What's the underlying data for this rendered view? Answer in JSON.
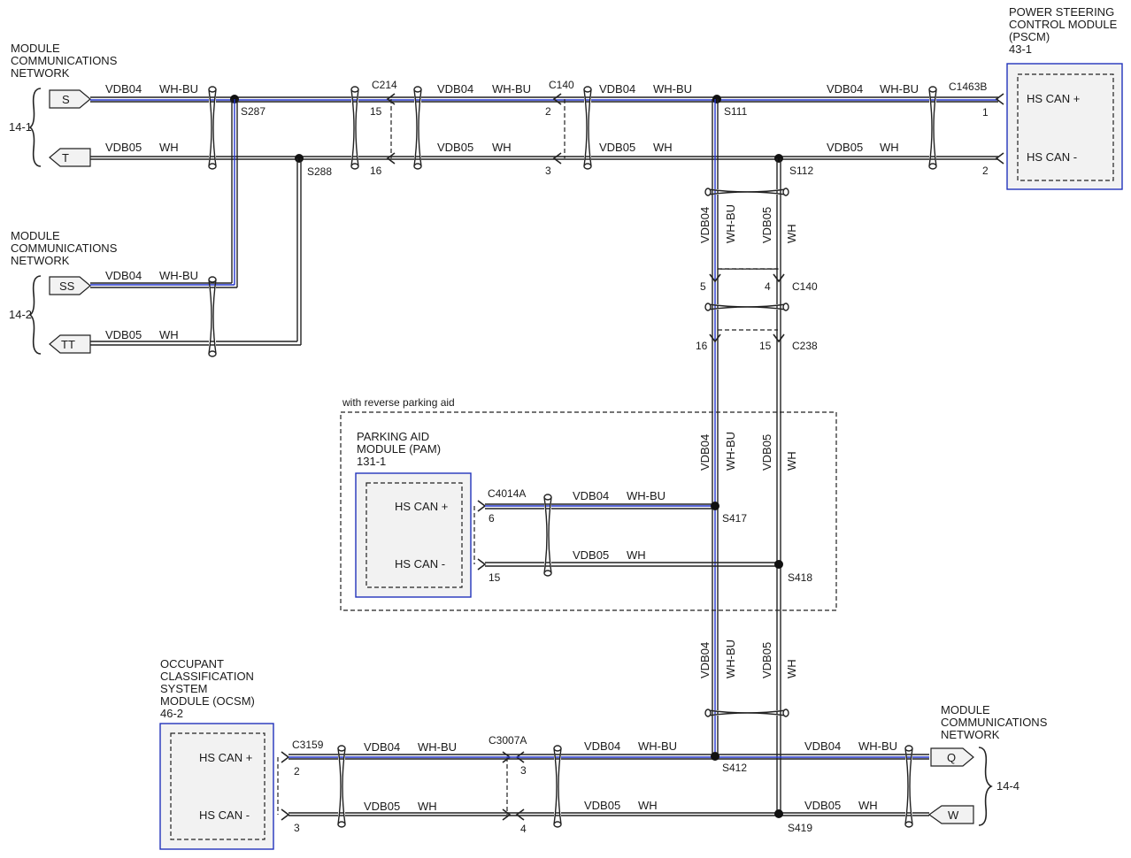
{
  "network_labels": {
    "top_left": [
      "MODULE",
      "COMMUNICATIONS",
      "NETWORK"
    ],
    "mid_left": [
      "MODULE",
      "COMMUNICATIONS",
      "NETWORK"
    ],
    "bottom_right": [
      "MODULE",
      "COMMUNICATIONS",
      "NETWORK"
    ]
  },
  "page_refs": {
    "top_left": "14-1",
    "mid_left": "14-2",
    "bottom_right": "14-4"
  },
  "flags": {
    "s": "S",
    "t": "T",
    "ss": "SS",
    "tt": "TT",
    "q": "Q",
    "w": "W"
  },
  "pscm": {
    "name": [
      "POWER STEERING",
      "CONTROL MODULE",
      "(PSCM)"
    ],
    "ref": "43-1",
    "pin_high": "HS CAN +",
    "pin_low": "HS CAN -"
  },
  "pam": {
    "name": [
      "PARKING AID",
      "MODULE (PAM)"
    ],
    "ref": "131-1",
    "pin_high": "HS CAN +",
    "pin_low": "HS CAN -",
    "option": "with reverse parking aid"
  },
  "ocsm": {
    "name": [
      "OCCUPANT",
      "CLASSIFICATION",
      "SYSTEM",
      "MODULE (OCSM)"
    ],
    "ref": "46-2",
    "pin_high": "HS CAN +",
    "pin_low": "HS CAN -"
  },
  "circuits": {
    "high": "VDB04",
    "low": "VDB05",
    "high_color": "WH-BU",
    "low_color": "WH"
  },
  "connectors": {
    "c214": "C214",
    "c140_top": "C140",
    "c1463b": "C1463B",
    "c140_vert": "C140",
    "c238": "C238",
    "c4014a": "C4014A",
    "c3159": "C3159",
    "c3007a": "C3007A"
  },
  "splices": {
    "s287": "S287",
    "s288": "S288",
    "s111": "S111",
    "s112": "S112",
    "s417": "S417",
    "s418": "S418",
    "s412": "S412",
    "s419": "S419"
  },
  "pins": {
    "c214_high": "15",
    "c214_low": "16",
    "c140_top_high": "2",
    "c140_top_low": "3",
    "c1463b_high": "1",
    "c1463b_low": "2",
    "c140_vert_high": "5",
    "c140_vert_low": "4",
    "c238_high": "16",
    "c238_low": "15",
    "c4014a_high": "6",
    "c4014a_low": "15",
    "c3159_high": "2",
    "c3159_low": "3",
    "c3007a_high": "3",
    "c3007a_low": "4"
  },
  "colors": {
    "blue_wire": "#2233cc",
    "module_border": "#2233bb",
    "fill": "#f2f2f2"
  }
}
